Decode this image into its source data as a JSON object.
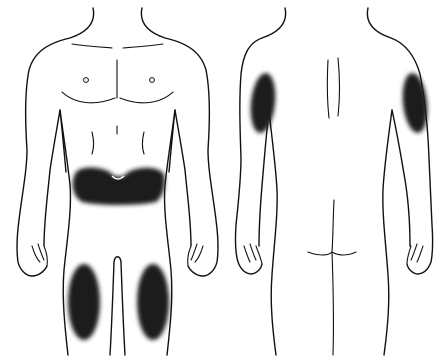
{
  "figures": [
    {
      "view": "front"
    },
    {
      "view": "back"
    }
  ],
  "injection_sites": [
    {
      "name": "abdomen"
    },
    {
      "name": "left-thigh"
    },
    {
      "name": "right-thigh"
    },
    {
      "name": "left-upper-arm"
    },
    {
      "name": "right-upper-arm"
    }
  ],
  "colors": {
    "background": "#ffffff",
    "outline": "#111111",
    "site_fill": "#1c1c1c"
  }
}
